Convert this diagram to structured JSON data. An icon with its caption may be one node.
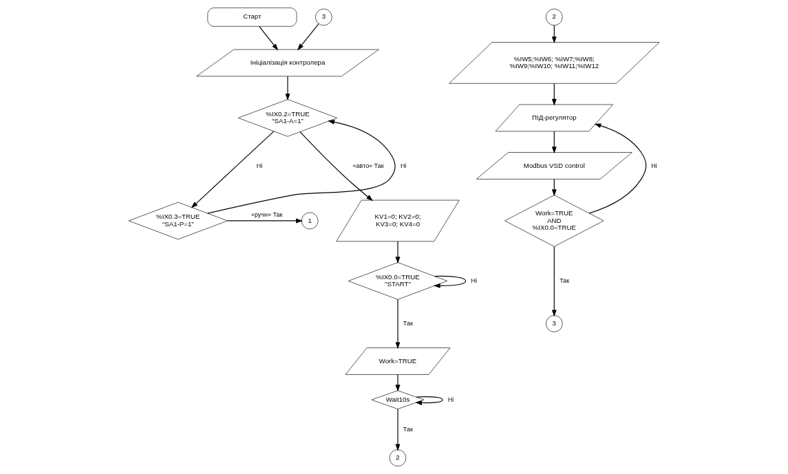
{
  "diagram": {
    "nodes": [
      {
        "text": [
          "Старт"
        ]
      },
      {
        "text": [
          "3"
        ]
      },
      {
        "text": [
          "Ініціалізація контролера"
        ]
      },
      {
        "text": [
          "%IX0.2=TRUE “SA1-A=1”"
        ]
      },
      {
        "text": [
          "%IX0.3=TRUE “SA1-P=1”"
        ]
      },
      {
        "text": [
          "1"
        ]
      },
      {
        "text": [
          "KV1=0; KV2=0; KV3=0; KV4=0"
        ]
      },
      {
        "text": [
          "%IX0.0=TRUE \"START\""
        ]
      },
      {
        "text": [
          "Work=TRUE"
        ]
      },
      {
        "text": [
          "Wait10s"
        ]
      },
      {
        "text": [
          "2"
        ]
      },
      {
        "text": [
          "2"
        ]
      },
      {
        "text": [
          "%IW5;%IW6; %IW7;%IW8; %IW9;%IW10; %IW11;%IW12"
        ]
      },
      {
        "text": [
          "ПІД-регулятор"
        ]
      },
      {
        "text": [
          "Modbus VSD control"
        ]
      },
      {
        "text": [
          "Work=TRUE AND %IX0.0=TRUE"
        ]
      },
      {
        "text": [
          "3"
        ]
      }
    ],
    "edges": [
      {
        "from": 0,
        "to": 2,
        "arrow": "to"
      },
      {
        "from": 1,
        "to": 2,
        "arrow": "to"
      },
      {
        "from": 2,
        "to": 3,
        "arrow": "to"
      },
      {
        "from": 3,
        "to": 6,
        "arrow": "to",
        "label": "«авто» Так"
      },
      {
        "from": 3,
        "to": 4,
        "arrow": "to",
        "label": "Ні"
      },
      {
        "from": 4,
        "to": 5,
        "arrow": "to",
        "label": "«ручн» Так"
      },
      {
        "from": 4,
        "to": 3,
        "arrow": "to",
        "label": "Ні"
      },
      {
        "from": 6,
        "to": 7,
        "arrow": "to"
      },
      {
        "from": 7,
        "to": 7,
        "arrow": "to",
        "label": "Ні"
      },
      {
        "from": 7,
        "to": 8,
        "arrow": "to",
        "label": "Так"
      },
      {
        "from": 8,
        "to": 9,
        "arrow": "to"
      },
      {
        "from": 9,
        "to": 9,
        "arrow": "to",
        "label": "Ні"
      },
      {
        "from": 9,
        "to": 10,
        "arrow": "to",
        "label": "Так"
      },
      {
        "from": 11,
        "to": 12,
        "arrow": "to"
      },
      {
        "from": 12,
        "to": 13,
        "arrow": "to"
      },
      {
        "from": 13,
        "to": 14,
        "arrow": "to"
      },
      {
        "from": 14,
        "to": 15,
        "arrow": "to"
      },
      {
        "from": 15,
        "to": 13,
        "arrow": "to",
        "label": "Ні"
      },
      {
        "from": 15,
        "to": 16,
        "arrow": "to",
        "label": "Так"
      }
    ]
  }
}
